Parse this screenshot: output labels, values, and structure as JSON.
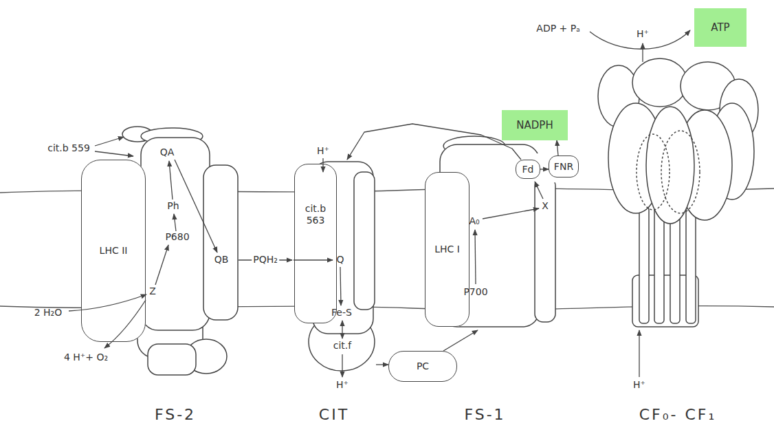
{
  "diagram": {
    "nodes": [
      {
        "text": [
          "FS-2"
        ]
      },
      {
        "text": [
          "LHC II"
        ],
        "in": 0
      },
      {
        "text": [
          "CIT"
        ]
      },
      {
        "text": [
          "cit.b 563"
        ],
        "in": 2
      },
      {
        "text": [
          "PC"
        ]
      },
      {
        "text": [
          "FS-1"
        ]
      },
      {
        "text": [
          "LHC I"
        ],
        "in": 5
      },
      {
        "text": [
          "Fd"
        ]
      },
      {
        "text": [
          "FNR"
        ]
      },
      {
        "text": [
          "NADPH"
        ]
      },
      {
        "text": [
          "CF₀- CF₁"
        ]
      },
      {
        "text": [
          "ATP"
        ]
      }
    ],
    "edges": [
      {
        "from": 0,
        "to": 2,
        "arrow": "to",
        "label": "PQH₂"
      },
      {
        "from": 2,
        "to": 4,
        "arrow": "to"
      },
      {
        "from": 4,
        "to": 5,
        "arrow": "to"
      },
      {
        "from": 7,
        "to": 8,
        "arrow": "to"
      },
      {
        "from": 8,
        "to": 9,
        "arrow": "to"
      },
      {
        "from": 7,
        "to": 2,
        "arrow": "to"
      }
    ],
    "labels": [
      "cit.b 559",
      "QA",
      "Ph",
      "P680",
      "QB",
      "Z",
      "2 H₂O",
      "4 H⁺+ O₂",
      "H⁺",
      "Q",
      "Fe-S",
      "cit.f",
      "H⁺",
      "A₀",
      "X",
      "P700",
      "ADP + Pₐ",
      "H⁺",
      "H⁺"
    ]
  }
}
